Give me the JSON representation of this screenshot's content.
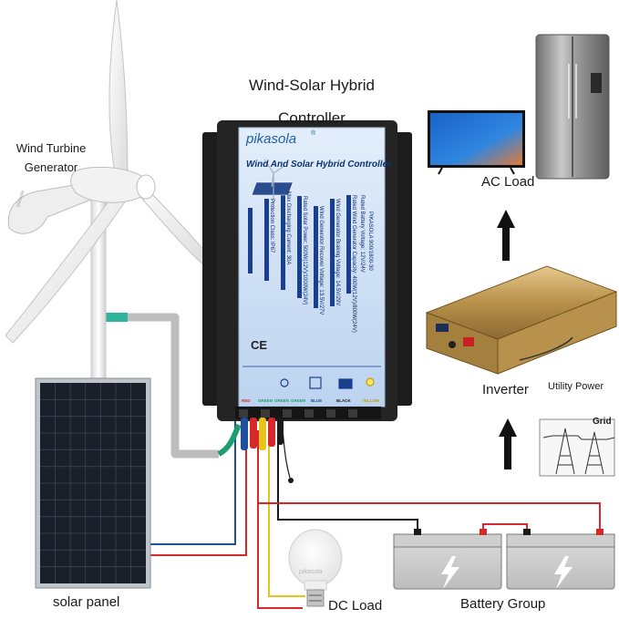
{
  "labels": {
    "title_line1": "Wind-Solar Hybrid",
    "title_line2": "Controller",
    "wind_turbine_line1": "Wind Turbine",
    "wind_turbine_line2": "Generator",
    "ac_load": "AC Load",
    "inverter": "Inverter",
    "utility_power": "Utility Power",
    "grid": "Grid",
    "solar_panel": "solar panel",
    "dc_load": "DC Load",
    "battery_group": "Battery Group"
  },
  "controller": {
    "brand": "pikasola",
    "registered": "®",
    "subtitle": "Wind And Solar Hybrid Controller",
    "model": "PIKASOLA 900/1800-30",
    "specs": [
      "Rated Battery Voltage: 12V/24V",
      "Rated Wind Generator Capacity: 400W(12V)/800W(24V)",
      "Wind Generator Braking Voltage: 14.5V/29V",
      "Wind Generator Recover Voltage: 13.5V/27V",
      "Rated Solar Power: 500W(12V)/1000W(24V)",
      "Max Discharging Current: 30A",
      "Protection Class: IP67"
    ],
    "ce_mark": "CE",
    "terminals": [
      "RED",
      "GREEN",
      "GREEN",
      "GREEN",
      "BLUE",
      "BLACK",
      "YELLOW"
    ]
  },
  "bulb_brand": "pikasola",
  "turbine_brand": "pikasola",
  "colors": {
    "wire_red": "#d62828",
    "wire_blue": "#1d4f9c",
    "wire_yellow": "#e7c31c",
    "wire_black": "#1a1a1a",
    "wire_green": "#1e9e6e",
    "controller_body": "#1c1c1c",
    "controller_label": "#cfe0f5",
    "inverter_gold": "#c9a25a"
  }
}
